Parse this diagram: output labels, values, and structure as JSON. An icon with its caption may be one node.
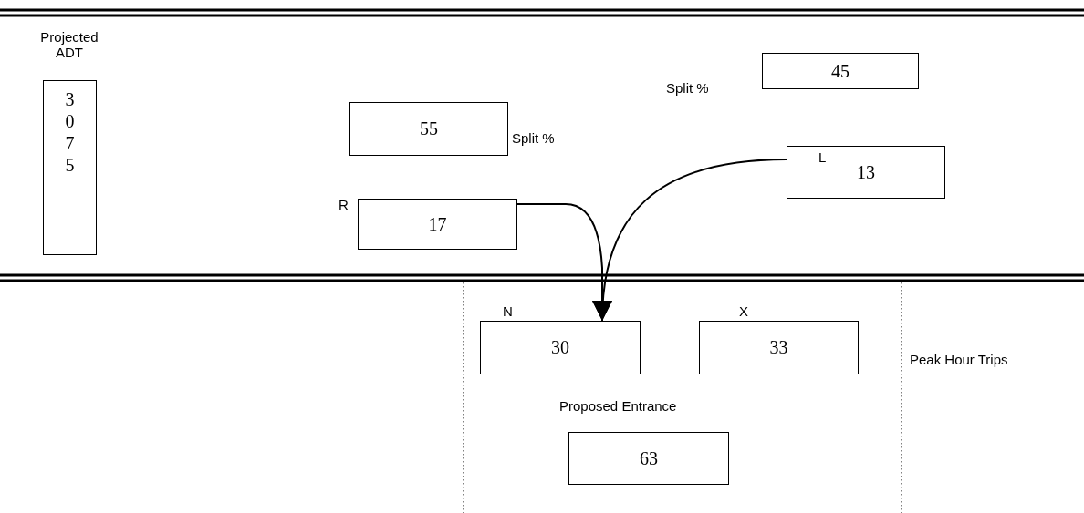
{
  "diagram": {
    "nodes": [
      {
        "text": [
          "Projected ADT",
          "3 0 7 5"
        ]
      },
      {
        "text": [
          "45"
        ],
        "beside": [
          "Split %"
        ]
      },
      {
        "text": [
          "55"
        ],
        "beside": [
          "Split %"
        ]
      },
      {
        "text": [
          "R",
          "17"
        ]
      },
      {
        "text": [
          "L",
          "13"
        ]
      },
      {
        "text": [
          "N",
          "30"
        ]
      },
      {
        "text": [
          "X",
          "33"
        ]
      },
      {
        "text": [
          "Proposed Entrance",
          "63"
        ]
      }
    ],
    "edges": [
      {
        "from": 3,
        "to": 5,
        "arrow": "to"
      },
      {
        "from": 4,
        "to": 5,
        "arrow": "to"
      }
    ],
    "labels": [
      "Peak Hour Trips"
    ]
  }
}
